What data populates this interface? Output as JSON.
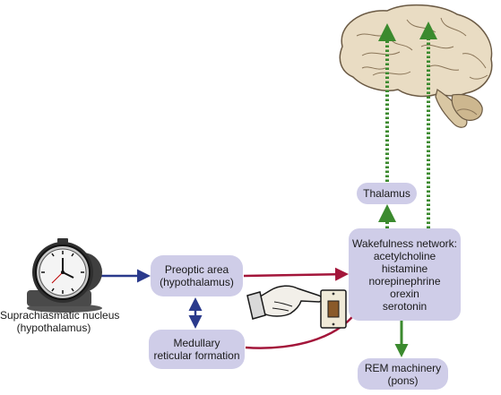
{
  "diagram": {
    "scn": {
      "line1": "Suprachiasmatic nucleus",
      "line2": "(hypothalamus)"
    },
    "preoptic": {
      "line1": "Preoptic area",
      "line2": "(hypothalamus)"
    },
    "medullary": {
      "line1": "Medullary",
      "line2": "reticular formation"
    },
    "thalamus": {
      "label": "Thalamus"
    },
    "wakefulness": {
      "title": "Wakefulness network:",
      "items": [
        "acetylcholine",
        "histamine",
        "norepinephrine",
        "orexin",
        "serotonin"
      ]
    },
    "rem": {
      "line1": "REM machinery",
      "line2": "(pons)"
    }
  },
  "colors": {
    "box_fill": "#cfcde8",
    "arrow_blue": "#2a3a8c",
    "arrow_red": "#a3153a",
    "arrow_green": "#3b8a2e",
    "brain_fill": "#e9dcc3"
  },
  "icons": [
    "alarm-clock-icon",
    "pointing-hand-icon",
    "light-switch-icon",
    "brain-icon"
  ]
}
